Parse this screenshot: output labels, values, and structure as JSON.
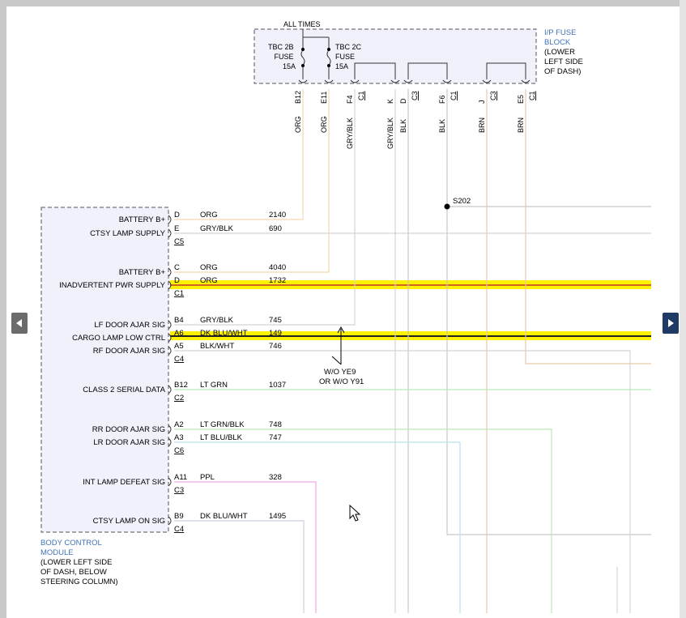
{
  "fuse_block": {
    "power_label": "ALL TIMES",
    "fuse1": [
      "TBC 2B",
      "FUSE",
      "15A"
    ],
    "fuse2": [
      "TBC 2C",
      "FUSE",
      "15A"
    ],
    "title": [
      "I/P FUSE",
      "BLOCK"
    ],
    "location": [
      "(LOWER",
      "LEFT SIDE",
      "OF DASH)"
    ],
    "pins": [
      {
        "pin": "B12",
        "conn": ""
      },
      {
        "pin": "E11",
        "conn": ""
      },
      {
        "pin": "F4",
        "conn": "C1"
      },
      {
        "pin": "K",
        "conn": ""
      },
      {
        "pin": "D",
        "conn": "C3"
      },
      {
        "pin": "F6",
        "conn": "C1"
      },
      {
        "pin": "J",
        "conn": "C3"
      },
      {
        "pin": "E5",
        "conn": "C1"
      }
    ],
    "wire_colors": [
      "ORG",
      "ORG",
      "GRY/BLK",
      "GRY/BLK",
      "BLK",
      "BLK",
      "BRN",
      "BRN"
    ]
  },
  "bcm": {
    "title": [
      "BODY CONTROL",
      "MODULE"
    ],
    "location": [
      "(LOWER LEFT SIDE",
      "OF DASH, BELOW",
      "STEERING COLUMN)"
    ],
    "signals": [
      {
        "label": "BATTERY B+",
        "pin": "D",
        "color": "ORG",
        "circuit": "2140"
      },
      {
        "label": "CTSY LAMP SUPPLY",
        "pin": "E",
        "color": "GRY/BLK",
        "circuit": "690",
        "conn": "C5"
      },
      {
        "label": "BATTERY B+",
        "pin": "C",
        "color": "ORG",
        "circuit": "4040"
      },
      {
        "label": "INADVERTENT PWR SUPPLY",
        "pin": "D",
        "color": "ORG",
        "circuit": "1732",
        "conn": "C1"
      },
      {
        "label": "LF DOOR AJAR SIG",
        "pin": "B4",
        "color": "GRY/BLK",
        "circuit": "745"
      },
      {
        "label": "CARGO LAMP LOW CTRL",
        "pin": "A6",
        "color": "DK BLU/WHT",
        "circuit": "149"
      },
      {
        "label": "RF DOOR AJAR SIG",
        "pin": "A5",
        "color": "BLK/WHT",
        "circuit": "746",
        "conn": "C4"
      },
      {
        "label": "CLASS 2 SERIAL DATA",
        "pin": "B12",
        "color": "LT GRN",
        "circuit": "1037",
        "conn": "C2"
      },
      {
        "label": "RR DOOR AJAR SIG",
        "pin": "A2",
        "color": "LT GRN/BLK",
        "circuit": "748"
      },
      {
        "label": "LR DOOR AJAR SIG",
        "pin": "A3",
        "color": "LT BLU/BLK",
        "circuit": "747",
        "conn": "C6"
      },
      {
        "label": "INT LAMP DEFEAT SIG",
        "pin": "A11",
        "color": "PPL",
        "circuit": "328",
        "conn": "C3"
      },
      {
        "label": "CTSY LAMP ON SIG",
        "pin": "B9",
        "color": "DK BLU/WHT",
        "circuit": "1495",
        "conn": "C4"
      }
    ]
  },
  "splice": "S202",
  "note": [
    "W/O YE9",
    "OR W/O Y91"
  ],
  "colors": {
    "org": "#f7d7b5",
    "gry": "#d4d4d4",
    "blk": "#c8c8c8",
    "brn": "#e8c9a8",
    "ltgrn": "#b9eab9",
    "ltblu": "#b7e3ee",
    "ppl": "#f2a8e8",
    "highlight": "#fff200",
    "hl_wire": "#c0392b",
    "link": "#3f73b4"
  }
}
